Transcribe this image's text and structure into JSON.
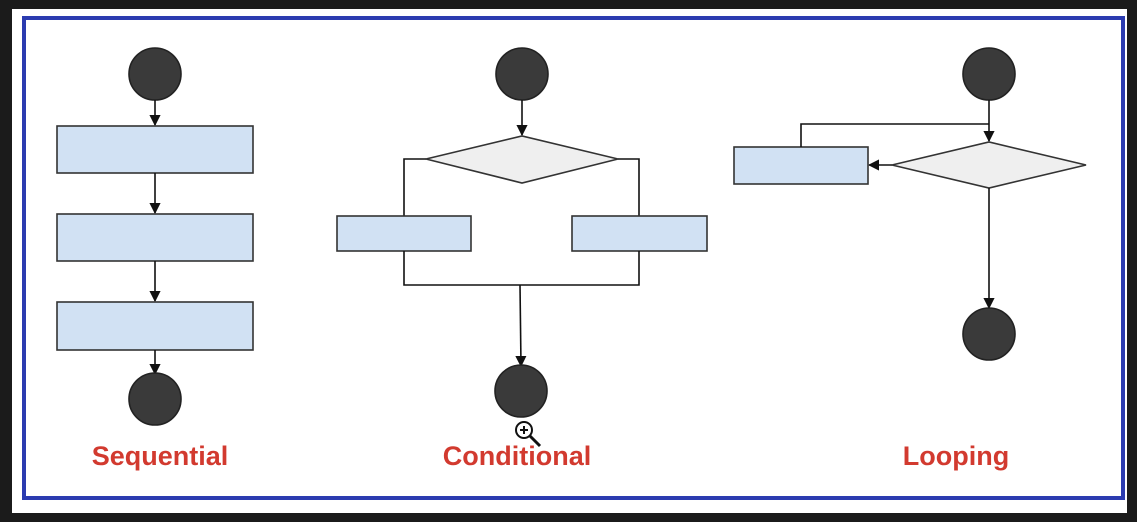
{
  "labels": {
    "sequential": "Sequential",
    "conditional": "Conditional",
    "looping": "Looping"
  },
  "colors": {
    "border": "#2b3bb0",
    "label": "#d23a2f",
    "node_fill": "#3a3a3a",
    "process_fill": "#d1e1f3",
    "decision_fill": "#efefef",
    "line": "#1a1a1a",
    "page_bg": "#1b1b1b"
  },
  "icons": {
    "cursor": "zoom-in-icon"
  }
}
